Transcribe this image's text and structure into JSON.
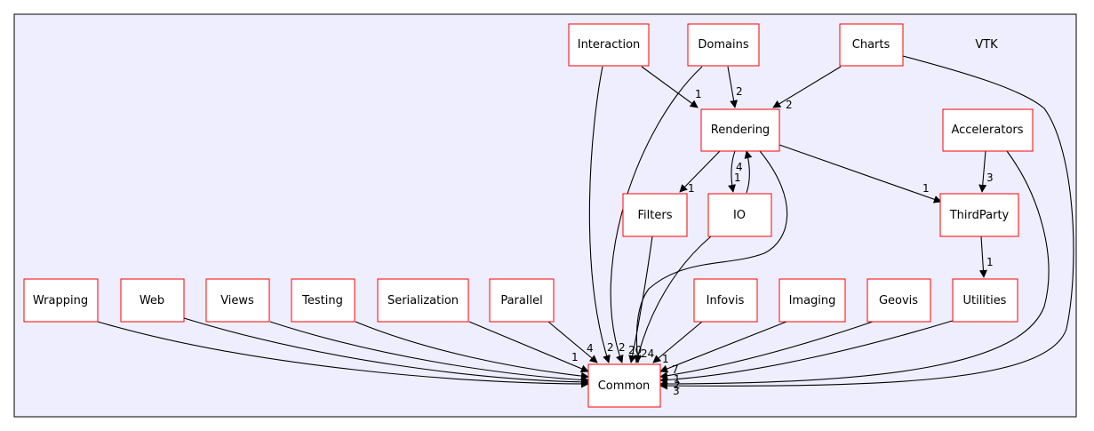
{
  "cluster": {
    "label": "VTK",
    "fill": "#eeeeff",
    "stroke": "#000000"
  },
  "node_border_color": "#ff0000",
  "nodes": {
    "interaction": "Interaction",
    "domains": "Domains",
    "charts": "Charts",
    "rendering": "Rendering",
    "accelerators": "Accelerators",
    "filters": "Filters",
    "io": "IO",
    "thirdparty": "ThirdParty",
    "wrapping": "Wrapping",
    "web": "Web",
    "views": "Views",
    "testing": "Testing",
    "serialization": "Serialization",
    "parallel": "Parallel",
    "infovis": "Infovis",
    "imaging": "Imaging",
    "geovis": "Geovis",
    "utilities": "Utilities",
    "common": "Common"
  },
  "edges": {
    "interaction_rendering": "1",
    "domains_rendering": "2",
    "charts_rendering": "2",
    "rendering_filters": "1",
    "rendering_io": "4",
    "io_rendering": "1",
    "rendering_thirdparty": "1",
    "accelerators_thirdparty": "3",
    "thirdparty_utilities": "1",
    "parallel_common": "4",
    "serialization_common": "1",
    "interaction_common": "2",
    "domains_common": "2",
    "filters_common": "20",
    "io_common": "24",
    "infovis_common": "1",
    "imaging_common": "7",
    "geovis_common": "1",
    "utilities_common": "2",
    "charts_common": "3"
  }
}
